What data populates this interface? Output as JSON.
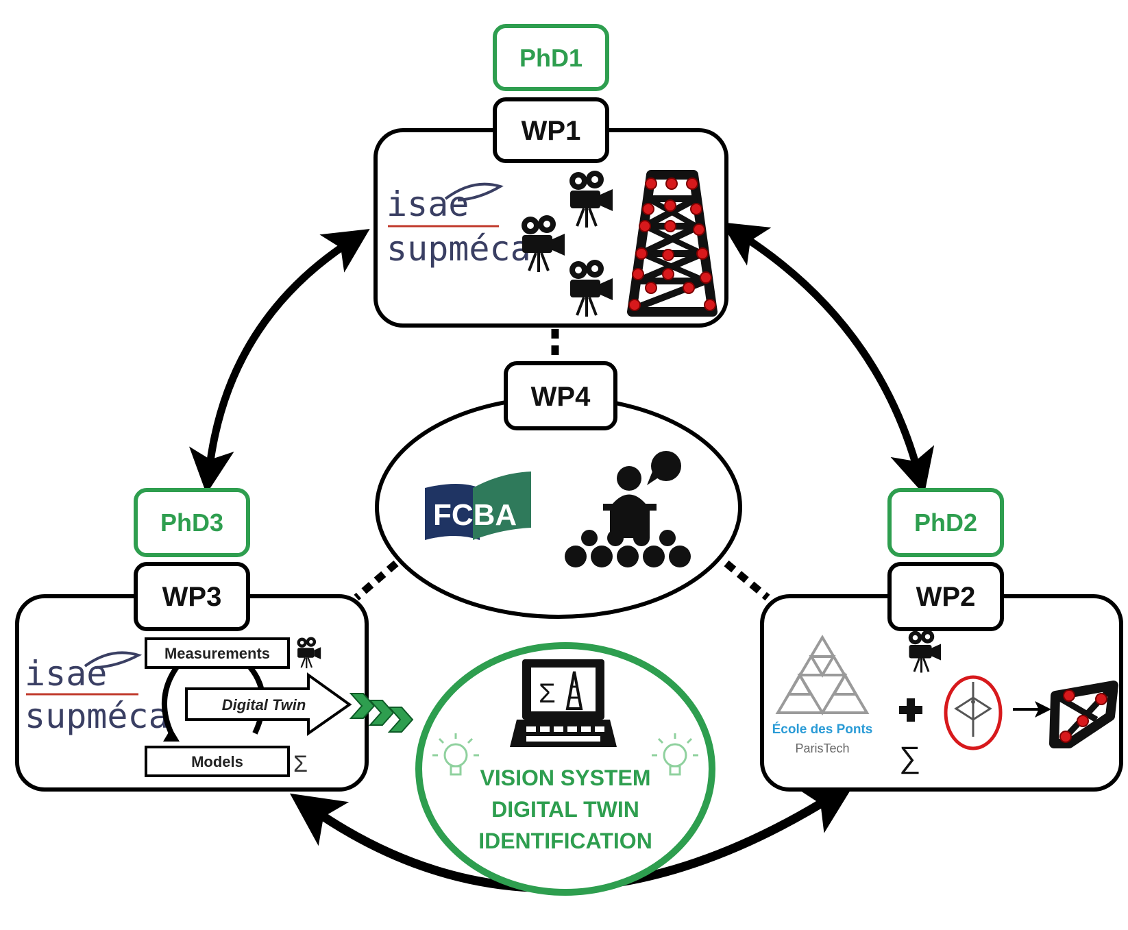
{
  "colors": {
    "accent_green": "#2e9e4f",
    "outline": "#000000",
    "node_red": "#d7191c",
    "isae_red": "#c0392b",
    "isae_text": "#3a3f63",
    "fcba_blue": "#1f3463",
    "fcba_green": "#2f7a5b",
    "enpc_gray": "#9a9a9a",
    "enpc_blue": "#2a9bd6"
  },
  "wp1": {
    "phd": "PhD1",
    "label": "WP1"
  },
  "wp2": {
    "phd": "PhD2",
    "label": "WP2",
    "logo_line1": "École des Ponts",
    "logo_line2": "ParisTech"
  },
  "wp3": {
    "phd": "PhD3",
    "label": "WP3",
    "flow": {
      "measurements": "Measurements",
      "digital_twin": "Digital Twin",
      "models": "Models"
    }
  },
  "wp4": {
    "label": "WP4",
    "logo": "FCBA"
  },
  "isae_logo": {
    "line1": "isae",
    "line2": "supméca"
  },
  "center": {
    "line1": "VISION SYSTEM",
    "line2": "DIGITAL TWIN",
    "line3": "IDENTIFICATION"
  },
  "icons": {
    "camera": "movie-camera-icon",
    "truss_tower": "truss-tower-icon",
    "audience": "presentation-audience-icon",
    "computer": "computer-monitor-icon",
    "lightbulb": "lightbulb-icon",
    "sigma": "sigma-icon",
    "plus": "plus-icon"
  },
  "sigma_symbol": "Σ",
  "small_sigma_symbol": "∑"
}
